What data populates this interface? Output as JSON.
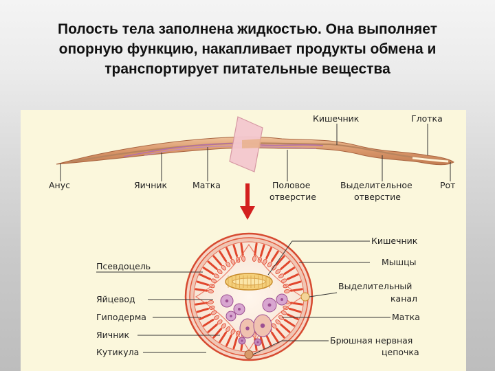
{
  "slide": {
    "title_lines": [
      "Полость тела заполнена жидкостью. Она выполняет",
      "опорную функцию, накапливает продукты обмена и",
      "транспортирует питательные вещества"
    ]
  },
  "worm_labels": {
    "intestine": "Кишечник",
    "pharynx": "Глотка",
    "anus": "Анус",
    "ovary": "Яичник",
    "uterus": "Матка",
    "genital_opening": [
      "Половое",
      "отверстие"
    ],
    "excretory_opening": [
      "Выделительное",
      "отверстие"
    ],
    "mouth": "Рот"
  },
  "section_labels": {
    "left": {
      "pseudocoel": "Псевдоцель",
      "oviduct": "Яйцевод",
      "hypodermis": "Гиподерма",
      "ovary": "Яичник",
      "cuticle": "Кутикула"
    },
    "right": {
      "intestine": "Кишечник",
      "muscles": "Мышцы",
      "excretory_canal": [
        "Выделительный",
        "канал"
      ],
      "uterus": "Матка",
      "nerve_chain": [
        "Брюшная нервная",
        "цепочка"
      ]
    }
  },
  "colors": {
    "arrow": "#d3201f",
    "figure_bg": "#fbf7dc",
    "worm_body": "#dfa376",
    "muscle": "#e1462c",
    "gonad": "#b470ab"
  }
}
